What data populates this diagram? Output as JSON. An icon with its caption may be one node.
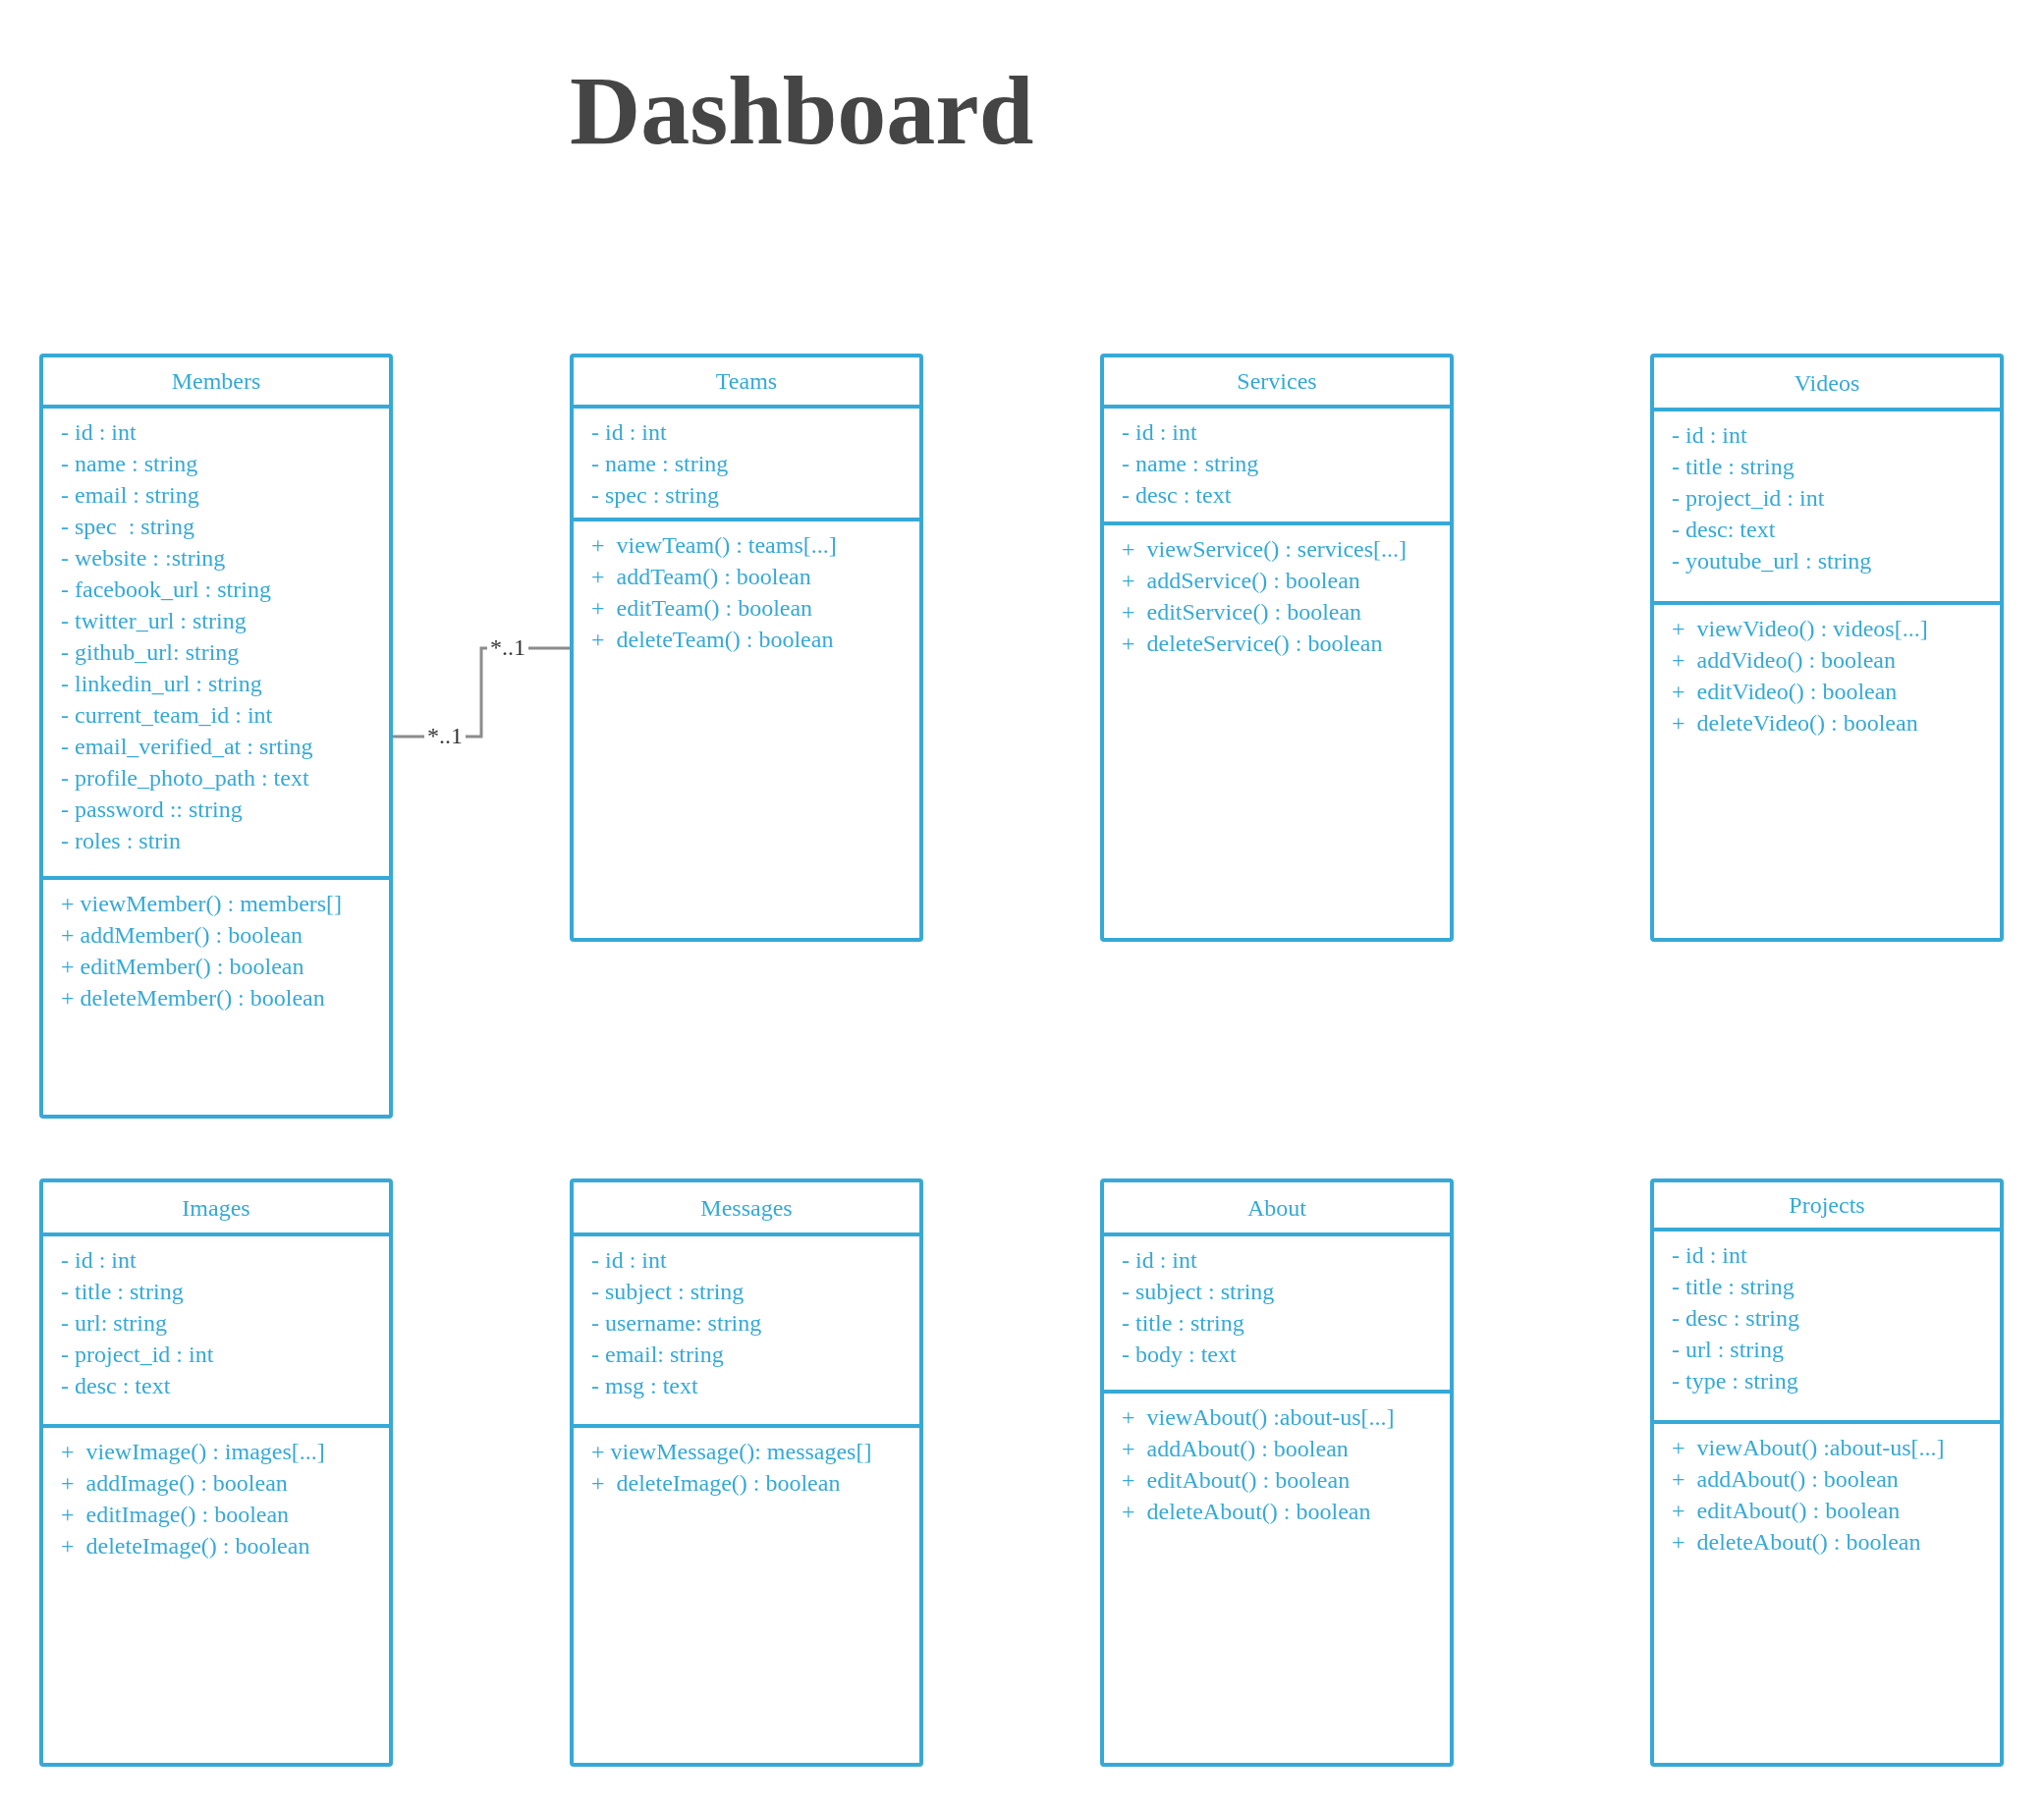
{
  "diagram": {
    "title": "Dashboard",
    "nodes": [
      {
        "text": [
          "Members"
        ]
      },
      {
        "text": [
          "- id : int",
          "- name : string",
          "- email : string",
          "- spec  : string",
          "- website : :string",
          "- facebook_url : string",
          "- twitter_url : string",
          "- github_url: string",
          "- linkedin_url : string",
          "- current_team_id : int",
          "- email_verified_at : srting",
          "- profile_photo_path : text",
          "- password :: string",
          "- roles : strin"
        ],
        "in": 0
      },
      {
        "text": [
          "+ viewMember() : members[]",
          "+ addMember() : boolean",
          "+ editMember() : boolean",
          "+ deleteMember() : boolean"
        ],
        "in": 0
      },
      {
        "text": [
          "Teams"
        ]
      },
      {
        "text": [
          "- id : int",
          "- name : string",
          "- spec : string"
        ],
        "in": 3
      },
      {
        "text": [
          "+  viewTeam() : teams[...]",
          "+  addTeam() : boolean",
          "+  editTeam() : boolean",
          "+  deleteTeam() : boolean"
        ],
        "in": 3
      },
      {
        "text": [
          "Services"
        ]
      },
      {
        "text": [
          "- id : int",
          "- name : string",
          "- desc : text"
        ],
        "in": 6
      },
      {
        "text": [
          "+  viewService() : services[...]",
          "+  addService() : boolean",
          "+  editService() : boolean",
          "+  deleteService() : boolean"
        ],
        "in": 6
      },
      {
        "text": [
          "Videos"
        ]
      },
      {
        "text": [
          "- id : int",
          "- title : string",
          "- project_id : int",
          "- desc: text",
          "- youtube_url : string"
        ],
        "in": 9
      },
      {
        "text": [
          "+  viewVideo() : videos[...]",
          "+  addVideo() : boolean",
          "+  editVideo() : boolean",
          "+  deleteVideo() : boolean"
        ],
        "in": 9
      },
      {
        "text": [
          "Images"
        ]
      },
      {
        "text": [
          "- id : int",
          "- title : string",
          "- url: string",
          "- project_id : int",
          "- desc : text"
        ],
        "in": 12
      },
      {
        "text": [
          "+  viewImage() : images[...]",
          "+  addImage() : boolean",
          "+  editImage() : boolean",
          "+  deleteImage() : boolean"
        ],
        "in": 12
      },
      {
        "text": [
          "Messages"
        ]
      },
      {
        "text": [
          "- id : int",
          "- subject : string",
          "- username: string",
          "- email: string",
          "- msg : text"
        ],
        "in": 15
      },
      {
        "text": [
          "+ viewMessage(): messages[]",
          "+  deleteImage() : boolean"
        ],
        "in": 15
      },
      {
        "text": [
          "About"
        ]
      },
      {
        "text": [
          "- id : int",
          "- subject : string",
          "- title : string",
          "- body : text"
        ],
        "in": 18
      },
      {
        "text": [
          "+  viewAbout() :about-us[...]",
          "+  addAbout() : boolean",
          "+  editAbout() : boolean",
          "+  deleteAbout() : boolean"
        ],
        "in": 18
      },
      {
        "text": [
          "Projects"
        ]
      },
      {
        "text": [
          "- id : int",
          "- title : string",
          "- desc : string",
          "- url : string",
          "- type : string"
        ],
        "in": 21
      },
      {
        "text": [
          "+  viewAbout() :about-us[...]",
          "+  addAbout() : boolean",
          "+  editAbout() : boolean",
          "+  deleteAbout() : boolean"
        ],
        "in": 21
      }
    ],
    "edges": [
      {
        "from": 0,
        "to": 3,
        "arrow": "none",
        "label": "*..1"
      }
    ],
    "labels": [
      "*..1"
    ]
  }
}
